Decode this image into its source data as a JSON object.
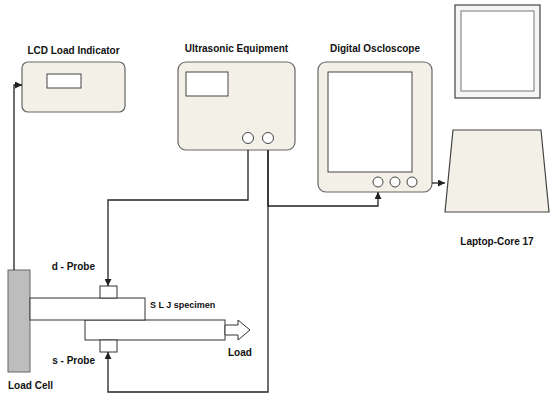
{
  "diagram": {
    "nodes": [
      {
        "text": [
          "LCD Load Indicator"
        ]
      },
      {
        "text": [
          "Ultrasonic Equipment"
        ]
      },
      {
        "text": [
          "Digital Oscloscope"
        ]
      },
      {
        "text": [
          "Laptop-Core 17"
        ]
      },
      {
        "text": [
          "Load Cell"
        ]
      },
      {
        "text": [
          "S L J specimen"
        ]
      },
      {
        "text": [
          "d - Probe"
        ]
      },
      {
        "text": [
          "s - Probe"
        ]
      }
    ],
    "edges": [
      {
        "from": 4,
        "to": 0,
        "arrow": "to"
      },
      {
        "from": 1,
        "to": 6,
        "arrow": "to"
      },
      {
        "from": 1,
        "to": 7,
        "arrow": "to"
      },
      {
        "from": 1,
        "to": 2,
        "arrow": "to"
      },
      {
        "from": 2,
        "to": 3,
        "arrow": "to"
      }
    ],
    "labels": [
      "Load"
    ]
  }
}
